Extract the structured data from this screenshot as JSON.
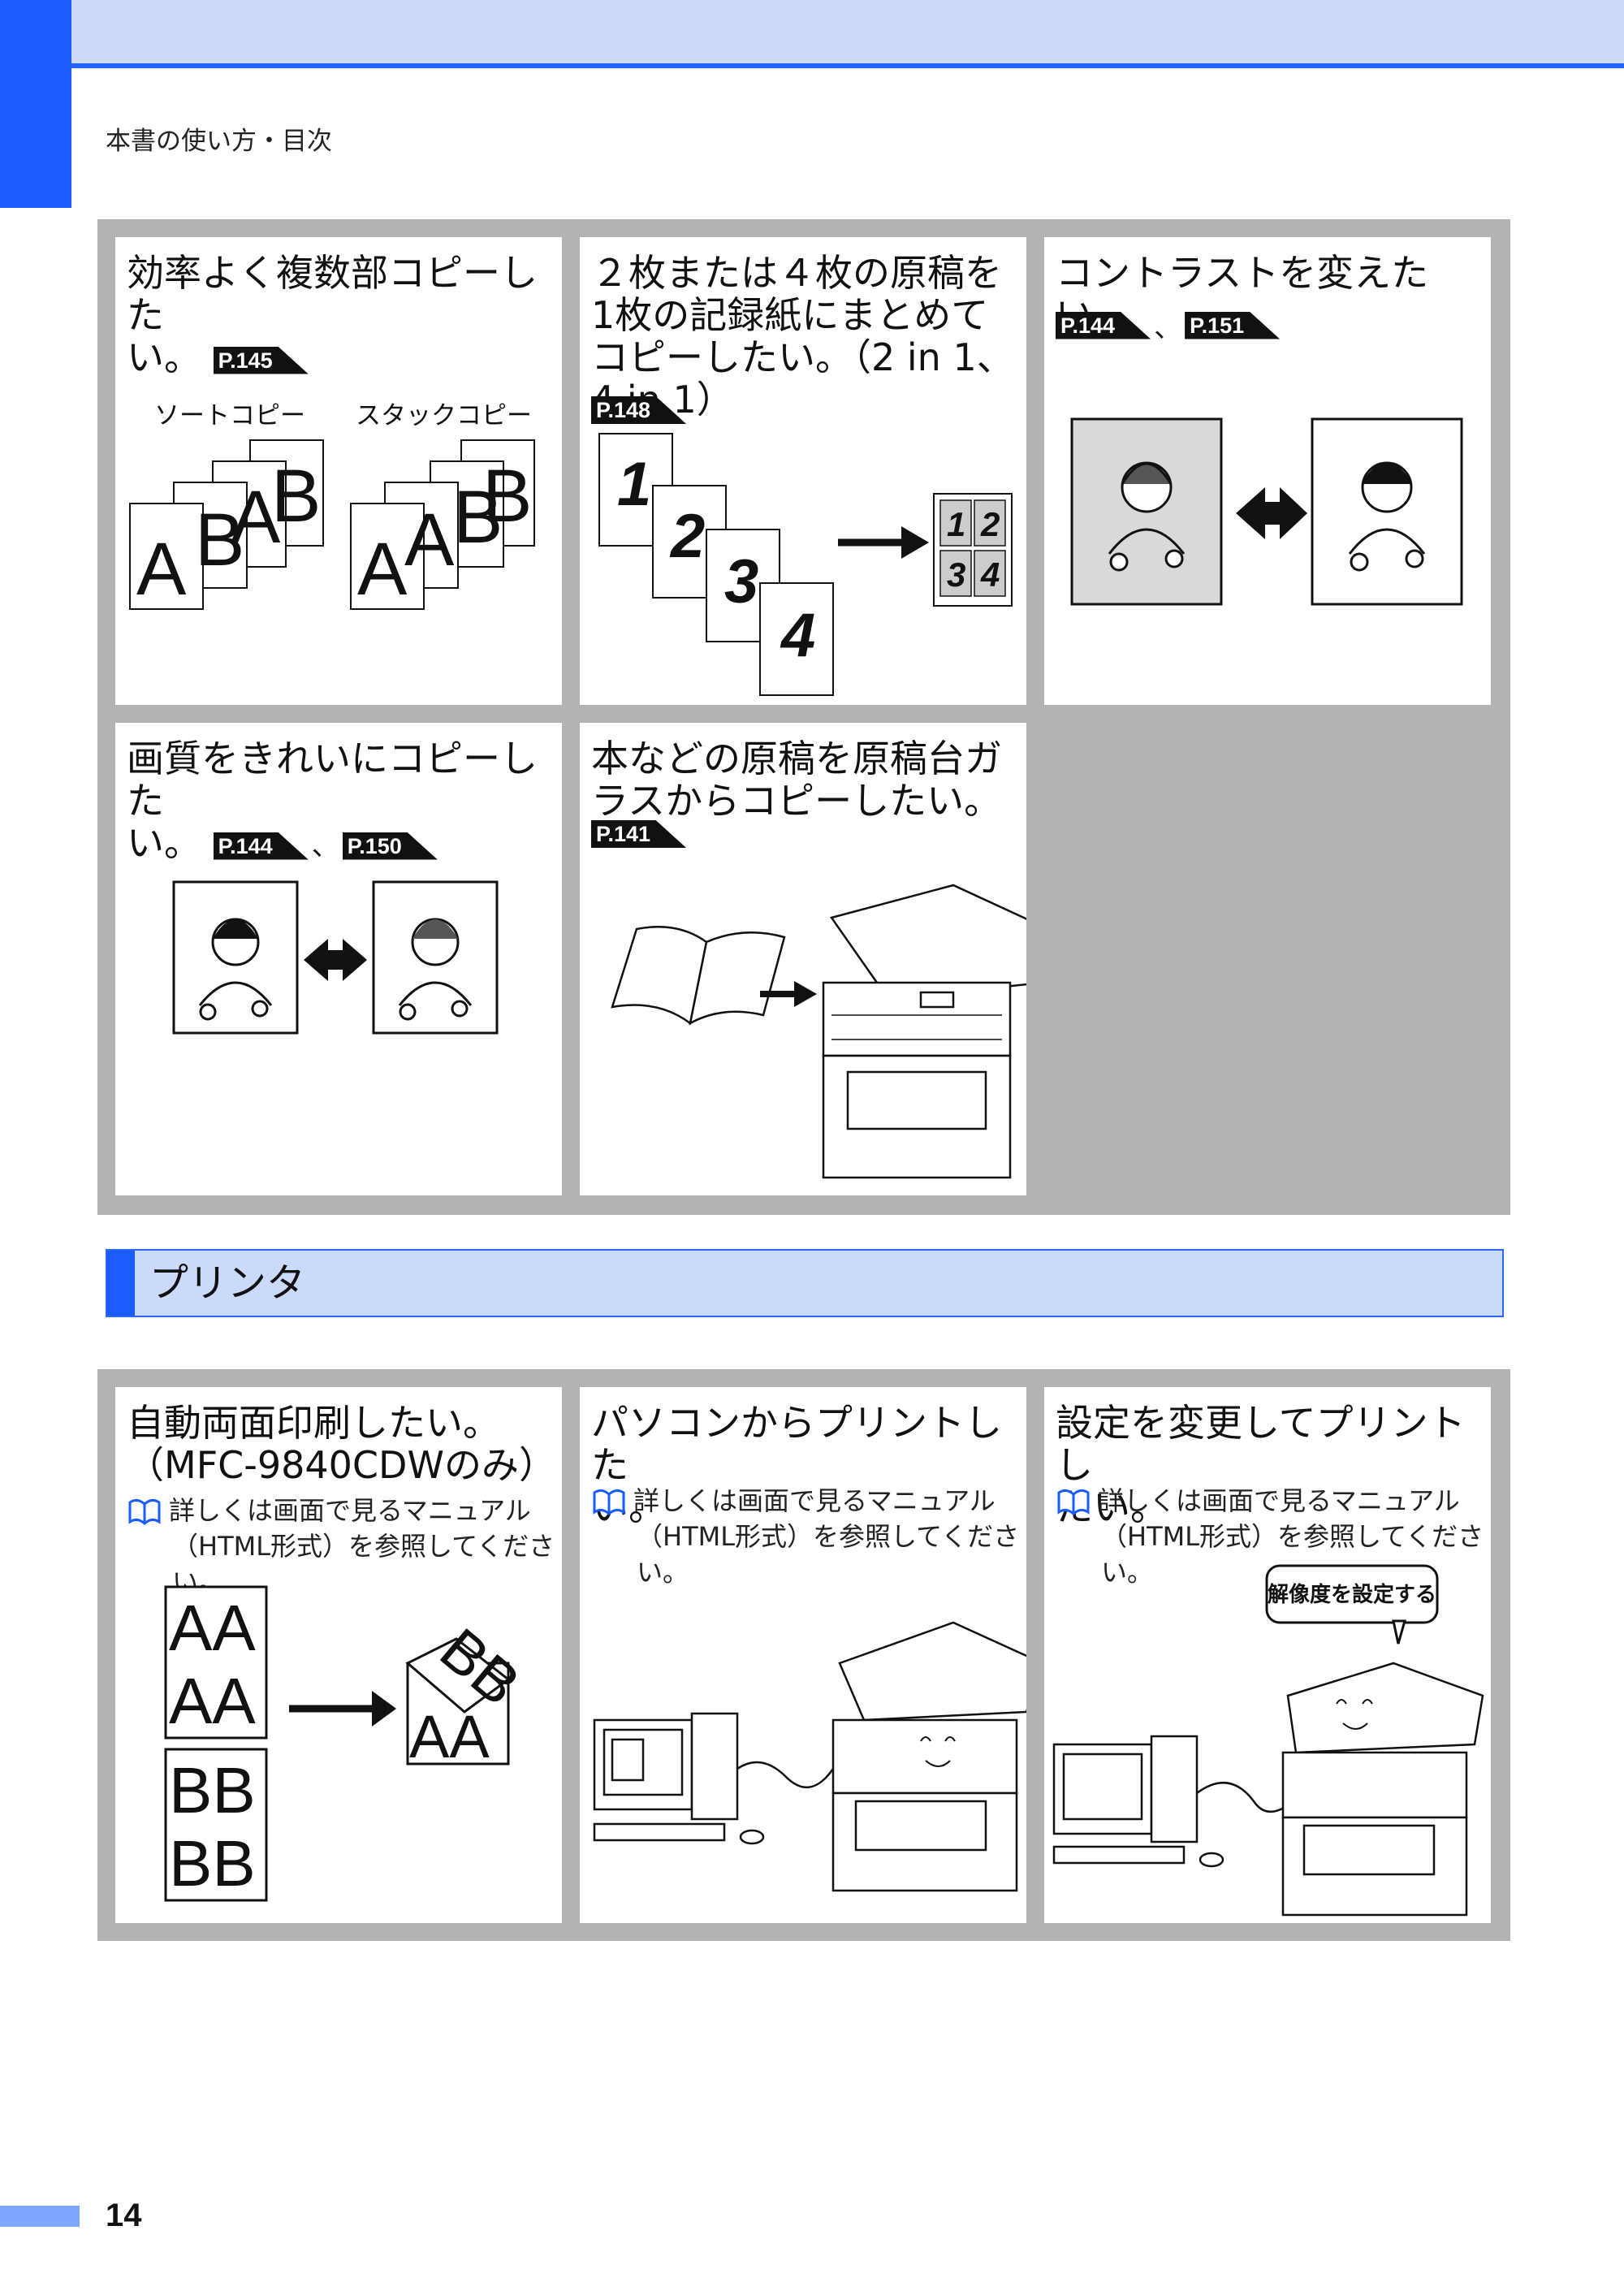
{
  "header": {
    "breadcrumb": "本書の使い方・目次"
  },
  "copy_cells": [
    {
      "title": "効率よく複数部コピーした",
      "title2": "い。",
      "refs": [
        "P.145"
      ],
      "labels": {
        "sort": "ソートコピー",
        "stack": "スタックコピー"
      },
      "letters": {
        "a": "A",
        "b": "B"
      }
    },
    {
      "title": "２枚または４枚の原稿を1枚の記録紙にまとめてコピーしたい。（2 in 1、4 in 1）",
      "refs": [
        "P.148"
      ],
      "digits": [
        "1",
        "2",
        "3",
        "4"
      ]
    },
    {
      "title": "コントラストを変えたい。",
      "refs": [
        "P.144",
        "P.151"
      ]
    },
    {
      "title": "画質をきれいにコピーした",
      "title2": "い。",
      "refs": [
        "P.144",
        "P.150"
      ]
    },
    {
      "title": "本などの原稿を原稿台ガラスからコピーしたい。",
      "refs": [
        "P.141"
      ]
    }
  ],
  "ref_separator": "、",
  "printer_section": {
    "title": "プリンタ"
  },
  "printer_cells": [
    {
      "title": "自動両面印刷したい。",
      "title2": "（MFC-9840CDWのみ）",
      "note1": "詳しくは画面で見るマニュアル",
      "note2": "（HTML形式）を参照してください。",
      "letters": {
        "aa": "AA",
        "bb": "BB"
      }
    },
    {
      "title": "パソコンからプリントした",
      "title2": "い。",
      "note1": "詳しくは画面で見るマニュアル",
      "note2": "（HTML形式）を参照してください。"
    },
    {
      "title": "設定を変更してプリントし",
      "title2": "たい。",
      "note1": "詳しくは画面で見るマニュアル",
      "note2": "（HTML形式）を参照してください。",
      "bubble": "解像度を設定する"
    }
  ],
  "footer": {
    "page_number": "14"
  }
}
